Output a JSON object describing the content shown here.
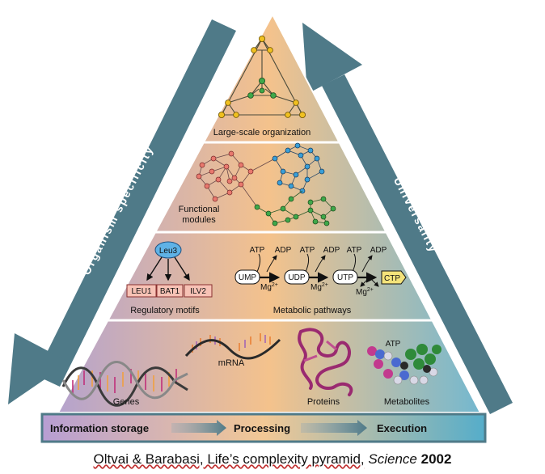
{
  "arrows": {
    "left": "Organism specificity",
    "right": "Universality"
  },
  "levels": {
    "top": "Large-scale organization",
    "functional_1": "Functional",
    "functional_2": "modules",
    "regulatory": "Regulatory motifs",
    "metabolic": "Metabolic pathways"
  },
  "regulatory": {
    "regulator": "Leu3",
    "targets": [
      "LEU1",
      "BAT1",
      "ILV2"
    ]
  },
  "metabolic": {
    "nodes": [
      "UMP",
      "UDP",
      "UTP",
      "CTP"
    ],
    "cofactor_in": "ATP",
    "cofactor_out": "ADP",
    "ion": "Mg",
    "ion_charge": "2+"
  },
  "bottom": {
    "genes": "Genes",
    "mrna": "mRNA",
    "proteins": "Proteins",
    "metabolites": "Metabolites",
    "atp": "ATP"
  },
  "band": {
    "storage": "Information storage",
    "processing": "Processing",
    "execution": "Execution"
  },
  "citation": {
    "authors": "Oltvai & Barabasi, Life’s complexity pyramid,",
    "journal": "Science",
    "year": "2002"
  },
  "colors": {
    "arrow": "#4f7a88",
    "pyramid_left": "#b7a6cc",
    "pyramid_mid": "#f3c48f",
    "pyramid_right": "#79b9cf",
    "band_left": "#b39ad2",
    "band_right": "#5aafcb"
  }
}
